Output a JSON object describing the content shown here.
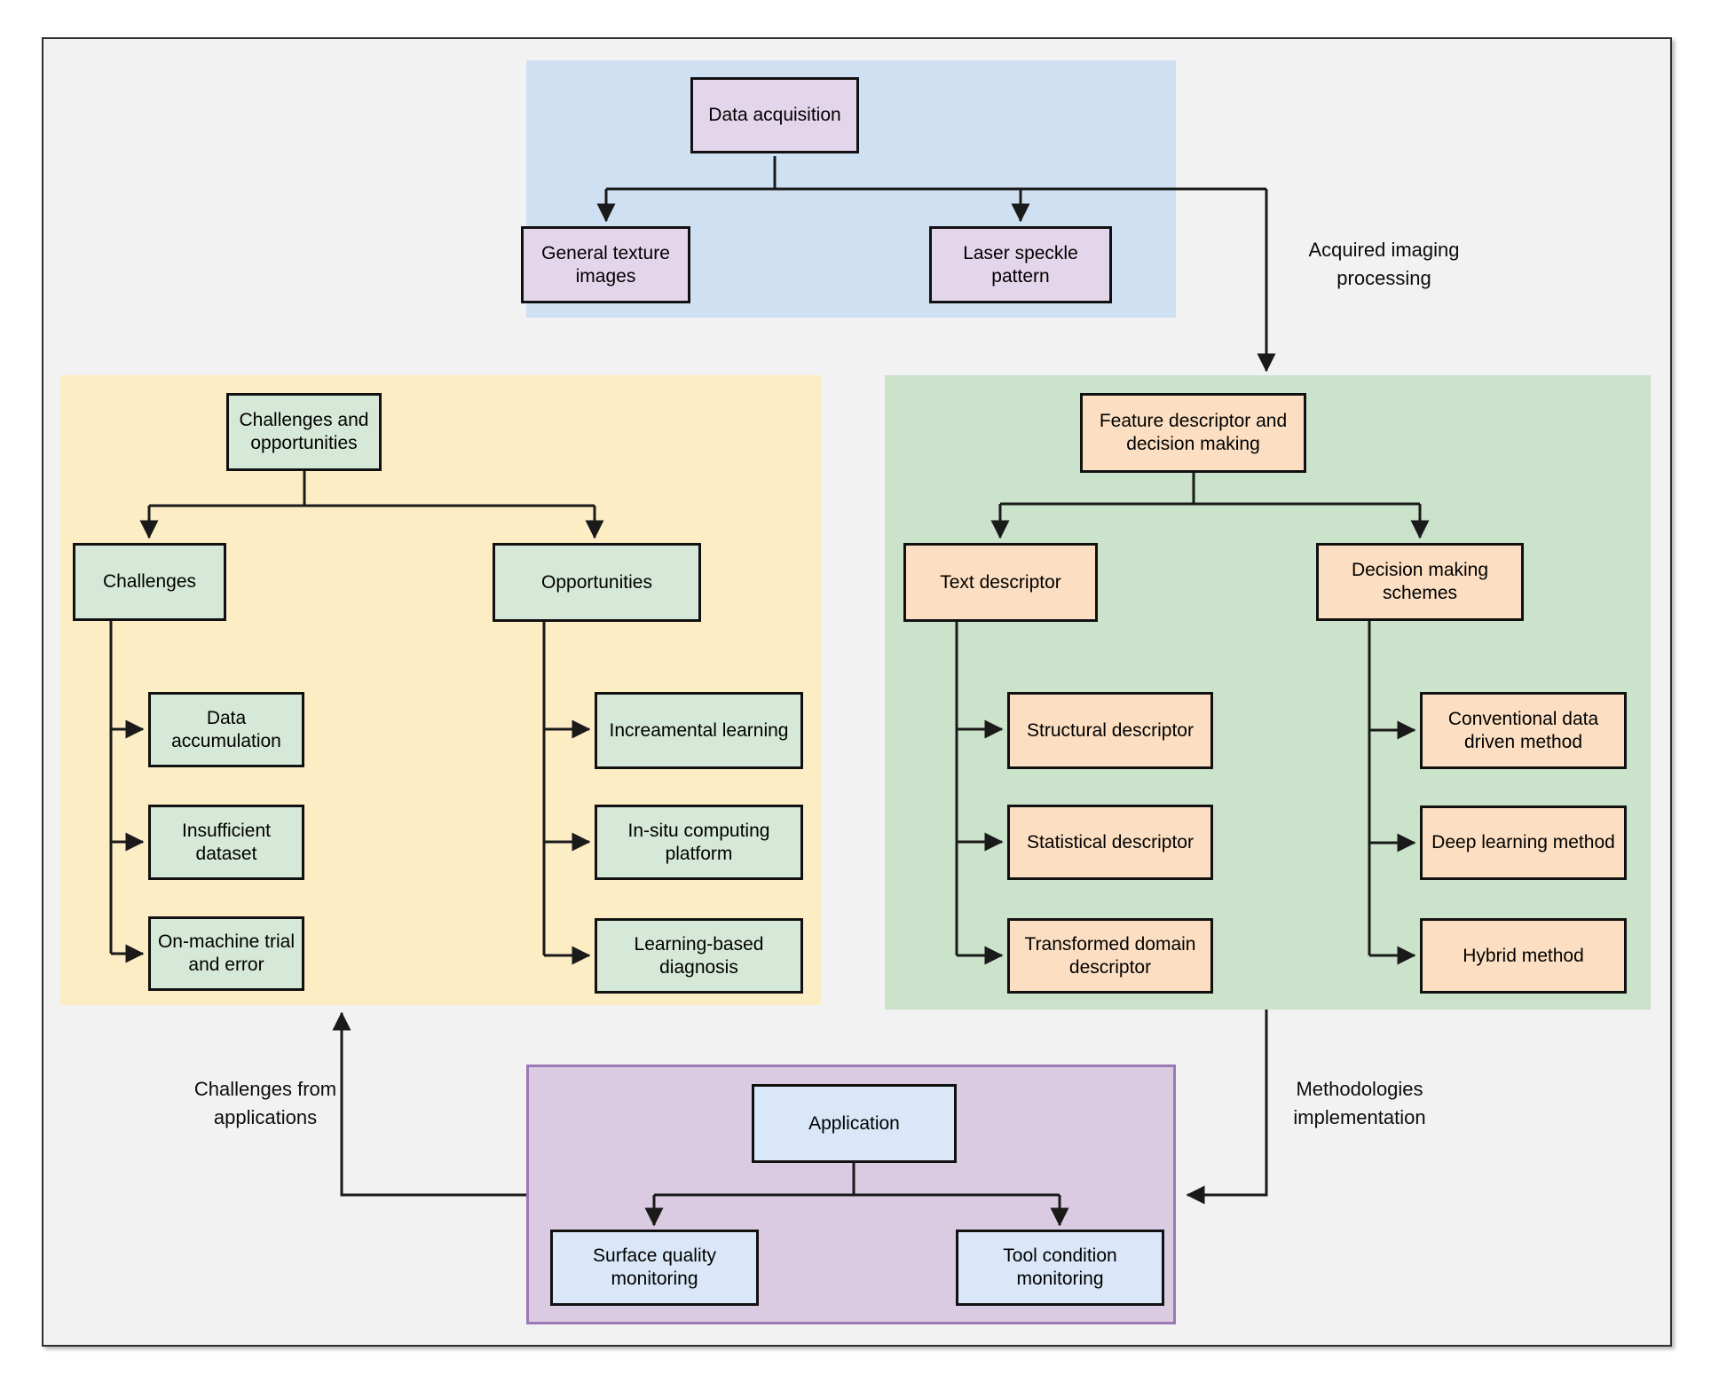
{
  "figure": {
    "type": "flowchart",
    "nodes": {
      "data_acquisition": "Data acquisition",
      "general_texture": "General texture images",
      "laser_speckle": "Laser speckle pattern",
      "challenges_opportunities": "Challenges and opportunities",
      "challenges": "Challenges",
      "opportunities": "Opportunities",
      "data_accumulation": "Data accumulation",
      "insufficient_dataset": "Insufficient dataset",
      "on_machine": "On-machine trial and error",
      "increamental": "Increamental learning",
      "in_situ": "In-situ computing platform",
      "learning_based": "Learning-based diagnosis",
      "feature_descriptor": "Feature descriptor and decision making",
      "text_descriptor": "Text descriptor",
      "decision_schemes": "Decision making schemes",
      "structural": "Structural descriptor",
      "statistical": "Statistical descriptor",
      "transformed": "Transformed domain descriptor",
      "conventional": "Conventional data driven method",
      "deep_learning": "Deep learning method",
      "hybrid": "Hybrid method",
      "application": "Application",
      "surface_quality": "Surface quality monitoring",
      "tool_condition": "Tool condition monitoring"
    },
    "edge_labels": {
      "acquired": "Acquired imaging processing",
      "methodologies": "Methodologies implementation",
      "challenges_from": "Challenges from applications"
    },
    "colors": {
      "panel_blue": "#cfe0f3",
      "panel_yellow": "#fdedc5",
      "panel_green": "#cbe2cb",
      "panel_purple_fill": "#dbcbe2",
      "panel_purple_border": "#9c79b6",
      "box_lavender": "#e3d5ea",
      "box_green": "#d6e8d8",
      "box_peach": "#fcdfc2",
      "box_blue": "#d9e7f8",
      "line": "#1a1a1a",
      "frame_bg": "#f2f2f3"
    }
  }
}
